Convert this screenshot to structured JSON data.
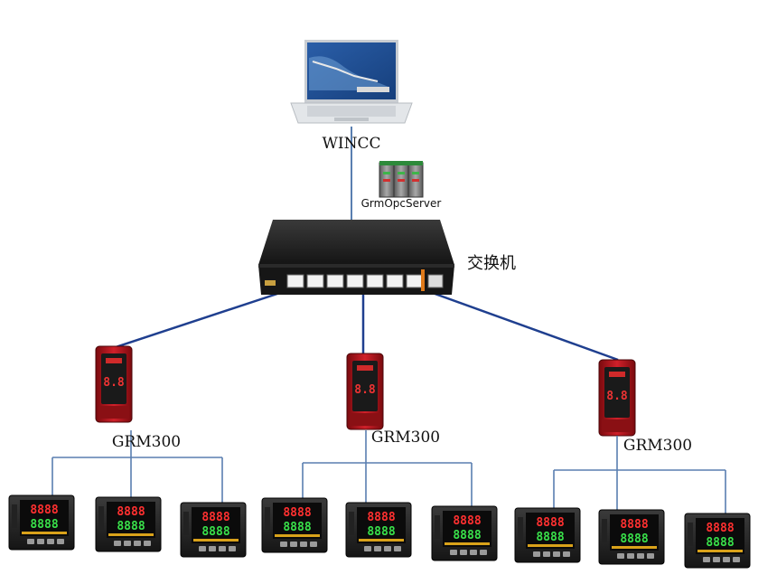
{
  "pc": {
    "label": "WINCC"
  },
  "opc_server": {
    "label": "GrmOpcServer"
  },
  "switch": {
    "label": "交换机"
  },
  "gateways": [
    {
      "label": "GRM300"
    },
    {
      "label": "GRM300"
    },
    {
      "label": "GRM300"
    }
  ],
  "controllers": {
    "count_per_gateway": 3,
    "display_text": "8888"
  },
  "colors": {
    "link_line": "#1f3f8f",
    "bus_line": "#5a7fb0",
    "gateway_body": "#c0151a",
    "switch_body": "#1c1c1c"
  }
}
